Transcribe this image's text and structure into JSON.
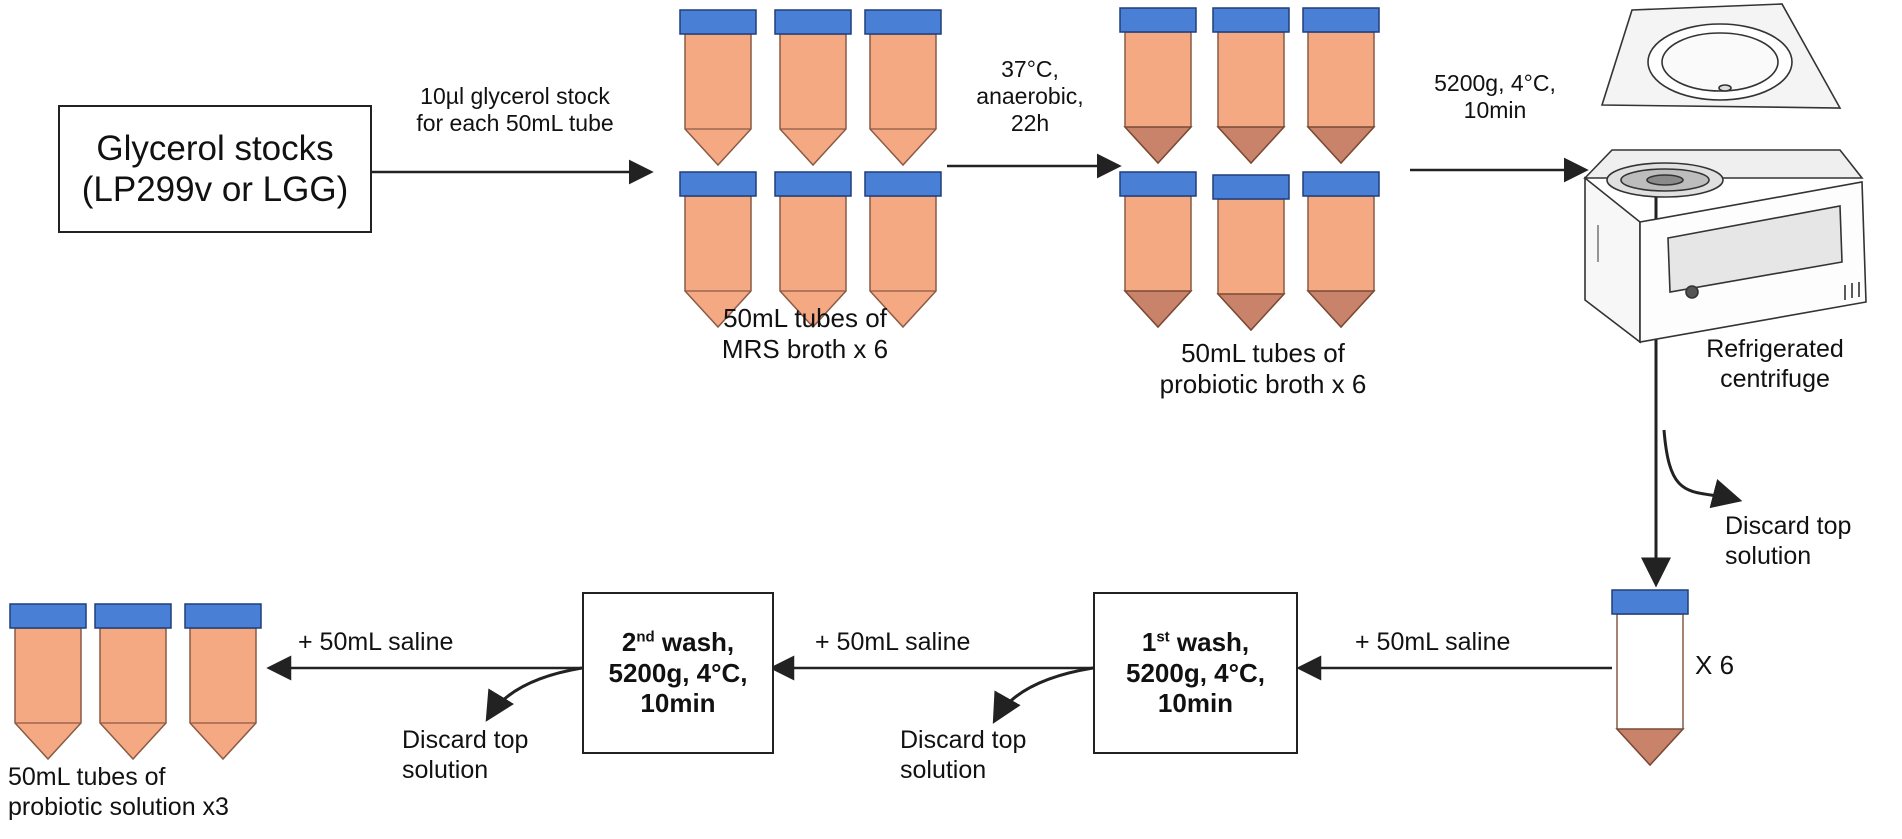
{
  "colors": {
    "tube_body": "#f4a982",
    "tube_cap": "#4a7fd6",
    "tube_cap_border": "#1f3f7a",
    "pellet": "#c9836a",
    "empty_tube": "#ffffff",
    "line": "#222222"
  },
  "icons": {
    "tube": "conical-tube-icon",
    "centrifuge": "centrifuge-icon"
  },
  "start_box": {
    "line1": "Glycerol stocks",
    "line2": "(LP299v or LGG)"
  },
  "step1": {
    "line1": "10µl glycerol stock",
    "line2": "for each 50mL tube"
  },
  "mrs_tubes": {
    "count": 6,
    "line1": "50mL tubes of",
    "line2": "MRS broth x 6"
  },
  "step2": {
    "line1": "37°C,",
    "line2": "anaerobic,",
    "line3": "22h"
  },
  "probiotic_tubes": {
    "count": 6,
    "line1": "50mL tubes of",
    "line2": "probiotic broth x 6"
  },
  "step3": {
    "line1": "5200g, 4°C,",
    "line2": "10min"
  },
  "centrifuge": {
    "line1": "Refrigerated",
    "line2": "centrifuge"
  },
  "discard_main": {
    "line1": "Discard top",
    "line2": "solution"
  },
  "pellet_tube": {
    "multiplier": "X 6"
  },
  "saline_1": "+ 50mL saline",
  "wash1": {
    "ordinal_num": "1",
    "ordinal_sup": "st",
    "title_rest": " wash,",
    "line2": "5200g, 4°C,",
    "line3": "10min"
  },
  "discard_1": {
    "line1": "Discard top",
    "line2": "solution"
  },
  "saline_2": "+ 50mL saline",
  "wash2": {
    "ordinal_num": "2",
    "ordinal_sup": "nd",
    "title_rest": " wash,",
    "line2": "5200g, 4°C,",
    "line3": "10min"
  },
  "discard_2": {
    "line1": "Discard top",
    "line2": "solution"
  },
  "saline_3": "+ 50mL saline",
  "final_tubes": {
    "count": 3,
    "line1": "50mL tubes of",
    "line2": "probiotic solution x3"
  }
}
